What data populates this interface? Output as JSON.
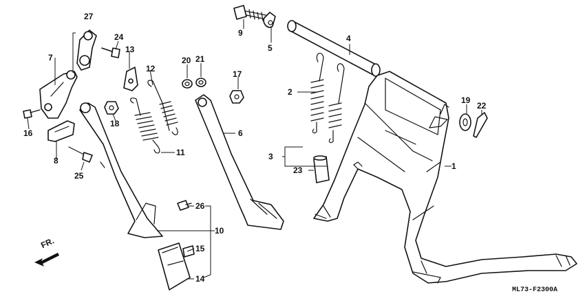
{
  "callouts": {
    "p1": "1",
    "p2": "2",
    "p3": "3",
    "p4": "4",
    "p5": "5",
    "p6": "6",
    "p7": "7",
    "p8": "8",
    "p9": "9",
    "p10": "10",
    "p11": "11",
    "p12": "12",
    "p13": "13",
    "p14": "14",
    "p15": "15",
    "p16": "16",
    "p17": "17",
    "p18": "18",
    "p19": "19",
    "p20": "20",
    "p21": "21",
    "p22": "22",
    "p23": "23",
    "p24": "24",
    "p25": "25",
    "p26": "26",
    "p27": "27"
  },
  "direction_marker": "FR.",
  "diagram_code": "ML73-F2300A"
}
